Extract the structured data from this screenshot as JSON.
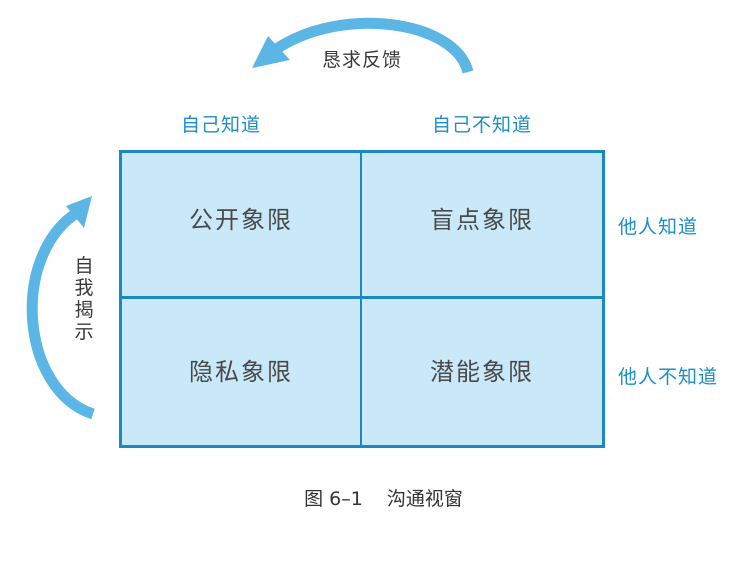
{
  "diagram": {
    "title": "沟通视窗",
    "figure_number": "图 6–1",
    "caption": "图 6–1    沟通视窗",
    "top_arrow": {
      "label": "恳求反馈",
      "direction": "right-to-left",
      "icon": "curved-arrow-left-icon"
    },
    "side_arrow": {
      "label": "自我揭示",
      "direction": "bottom-to-top",
      "icon": "curved-arrow-up-icon"
    },
    "column_headers": [
      "自己知道",
      "自己不知道"
    ],
    "row_headers": [
      "他人知道",
      "他人不知道"
    ],
    "quadrants": [
      {
        "position": "top-left",
        "label": "公开象限"
      },
      {
        "position": "top-right",
        "label": "盲点象限"
      },
      {
        "position": "bottom-left",
        "label": "隐私象限"
      },
      {
        "position": "bottom-right",
        "label": "潜能象限"
      }
    ],
    "colors": {
      "arrow": "#5bb6e6",
      "header_text": "#1d8ec6",
      "grid_border": "#1a89c2",
      "grid_fill": "#c9e8f8",
      "quadrant_text": "#4a4a4a"
    }
  }
}
